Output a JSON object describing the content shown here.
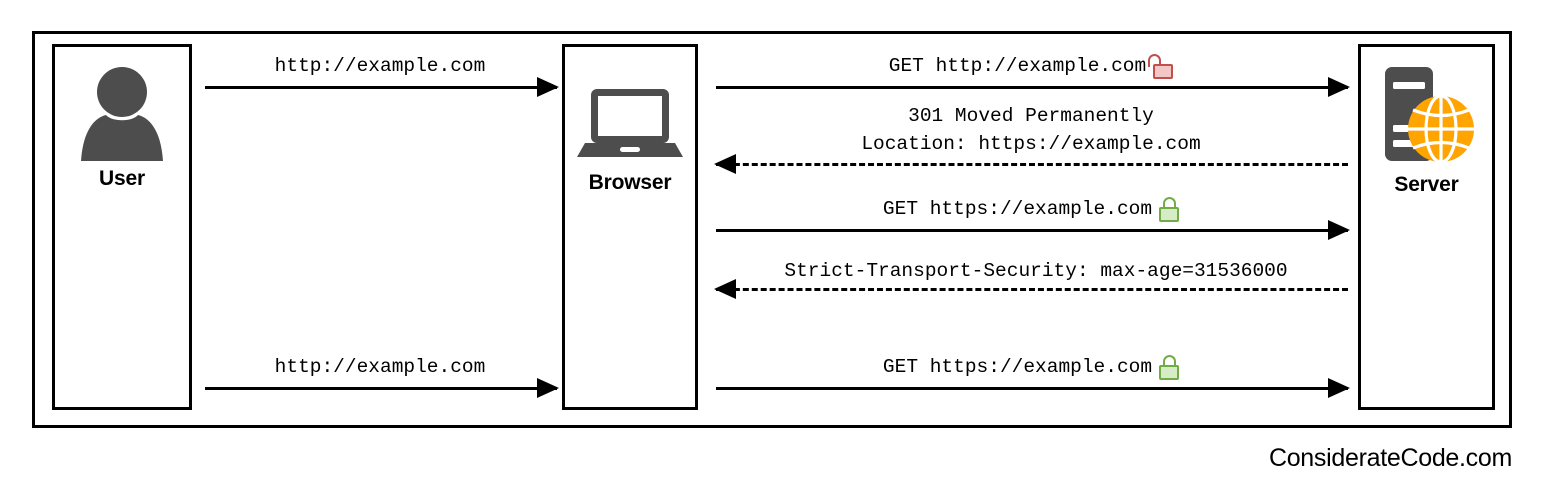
{
  "diagram": {
    "title": "HTTP to HTTPS redirect with HSTS sequence diagram",
    "actors": [
      {
        "id": "user",
        "label": "User",
        "icon": "user-icon"
      },
      {
        "id": "browser",
        "label": "Browser",
        "icon": "laptop-icon"
      },
      {
        "id": "server",
        "label": "Server",
        "icon": "server-globe-icon"
      }
    ],
    "messages": [
      {
        "id": "m1",
        "from": "user",
        "to": "browser",
        "label": "http://example.com",
        "lines": [
          "http://example.com"
        ],
        "style": "solid",
        "direction": "right",
        "lock": null
      },
      {
        "id": "m2",
        "from": "browser",
        "to": "server",
        "label": "GET http://example.com",
        "lines": [
          "GET http://example.com"
        ],
        "style": "solid",
        "direction": "right",
        "lock": "open"
      },
      {
        "id": "m3",
        "from": "server",
        "to": "browser",
        "label": "301 Moved Permanently Location: https://example.com",
        "lines": [
          "301 Moved Permanently",
          "Location: https://example.com"
        ],
        "style": "dashed",
        "direction": "left",
        "lock": null
      },
      {
        "id": "m4",
        "from": "browser",
        "to": "server",
        "label": "GET https://example.com",
        "lines": [
          "GET https://example.com"
        ],
        "style": "solid",
        "direction": "right",
        "lock": "closed"
      },
      {
        "id": "m5",
        "from": "server",
        "to": "browser",
        "label": "Strict-Transport-Security: max-age=31536000",
        "lines": [
          "Strict-Transport-Security: max-age=31536000"
        ],
        "style": "dashed",
        "direction": "left",
        "lock": null
      },
      {
        "id": "m6",
        "from": "user",
        "to": "browser",
        "label": "http://example.com",
        "lines": [
          "http://example.com"
        ],
        "style": "solid",
        "direction": "right",
        "lock": null
      },
      {
        "id": "m7",
        "from": "browser",
        "to": "server",
        "label": "GET https://example.com",
        "lines": [
          "GET https://example.com"
        ],
        "style": "solid",
        "direction": "right",
        "lock": "closed"
      }
    ]
  },
  "footer": {
    "attribution": "ConsiderateCode.com"
  },
  "colors": {
    "stroke": "#000000",
    "icon_gray": "#4d4d4d",
    "globe_orange": "#ffa400",
    "lock_open_fill": "#f4c7c7",
    "lock_open_stroke": "#c0504d",
    "lock_closed_fill": "#d6ecc6",
    "lock_closed_stroke": "#70ad47",
    "background": "#ffffff"
  }
}
